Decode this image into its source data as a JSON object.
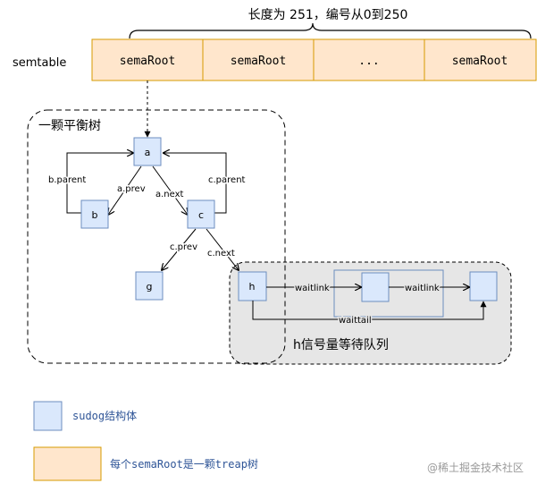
{
  "diagram": {
    "top_brace_label": "长度为 251，编号从0到250",
    "table_label": "semtable",
    "table_cells": [
      "semaRoot",
      "semaRoot",
      "...",
      "semaRoot"
    ],
    "tree_group_label": "一颗平衡树",
    "nodes": {
      "a": "a",
      "b": "b",
      "c": "c",
      "g": "g",
      "h": "h"
    },
    "edge_labels": {
      "b_parent": "b.parent",
      "c_parent": "c.parent",
      "a_prev": "a.prev",
      "a_next": "a.next",
      "c_prev": "c.prev",
      "c_next": "c.next",
      "waitlink_1": "waitlink",
      "waitlink_2": "waitlink",
      "waittail": "waittail"
    },
    "queue_group_label": "h信号量等待队列",
    "legend": [
      {
        "label": "sudog结构体",
        "color": "#dae8fc"
      },
      {
        "label": "每个semaRoot是一颗treap树",
        "color": "#ffe6cc"
      }
    ],
    "watermark": "@稀土掘金技术社区"
  },
  "colors": {
    "node_fill": "#dae8fc",
    "node_stroke": "#6c8ebf",
    "table_fill": "#ffe6cc",
    "table_stroke": "#d79b00",
    "queue_bg": "#e6e6e6",
    "legend_text": "#2f5597"
  }
}
